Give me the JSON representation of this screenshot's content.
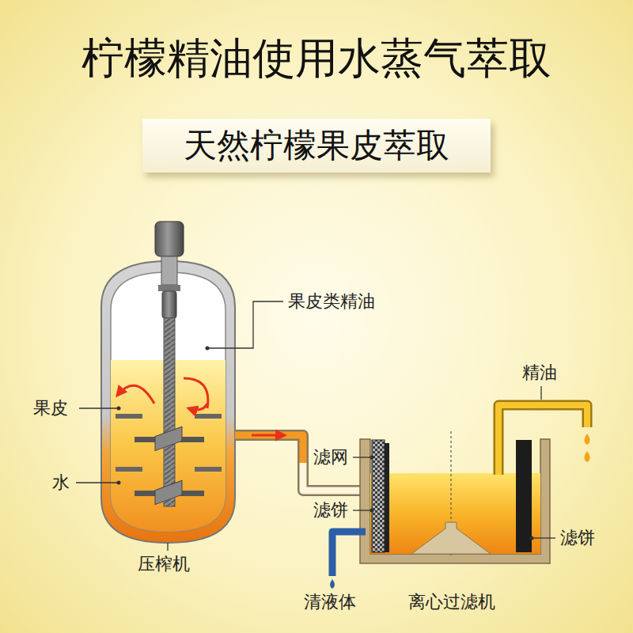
{
  "diagram": {
    "title": "柠檬精油使用水蒸气萃取",
    "nodes": [
      {
        "text": [
          "天然柠檬果皮萃取"
        ]
      }
    ],
    "labels": [
      "果皮类精油",
      "果皮",
      "水",
      "压榨机",
      "精油",
      "滤网",
      "滤饼",
      "滤饼",
      "清液体",
      "离心过滤机"
    ]
  }
}
